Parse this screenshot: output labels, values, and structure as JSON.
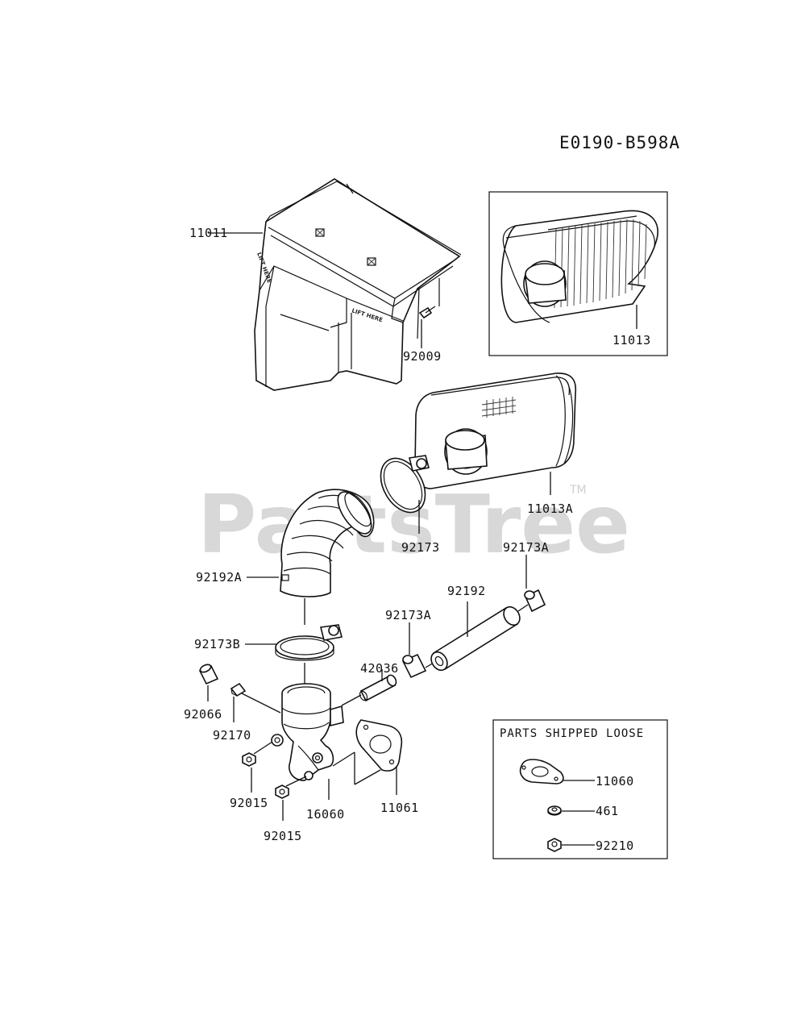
{
  "diagram_code": "E0190-B598A",
  "watermark": "PartsTree",
  "trademark": "TM",
  "embossed_text": "LIFT HERE",
  "loose_parts_box": {
    "title": "PARTS SHIPPED LOOSE",
    "parts": [
      "11060",
      "461",
      "92210"
    ]
  },
  "callouts": {
    "c11011": "11011",
    "c92009": "92009",
    "c11013": "11013",
    "c11013A": "11013A",
    "c92173": "92173",
    "c92192A": "92192A",
    "c92173A_top": "92173A",
    "c92192": "92192",
    "c92173A_mid": "92173A",
    "c42036": "42036",
    "c92173B": "92173B",
    "c92066": "92066",
    "c92170": "92170",
    "c92015_a": "92015",
    "c92015_b": "92015",
    "c16060": "16060",
    "c11061": "11061"
  }
}
